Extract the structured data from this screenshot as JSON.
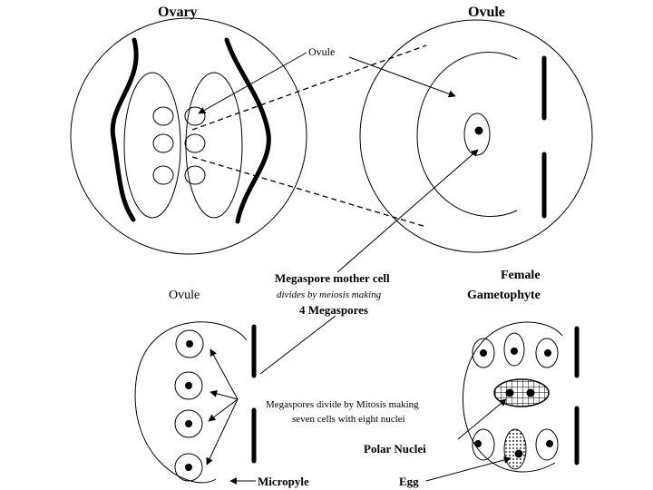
{
  "labels": {
    "ovary_title": "Ovary",
    "ovule_title": "Ovule",
    "ovule_pointer": "Ovule",
    "mmc_line1": "Megaspore mother cell",
    "mmc_line2": "divides by meiosis making",
    "mmc_line3": "4 Megaspores",
    "ovule_bottom": "Ovule",
    "female_line1": "Female",
    "female_line2": "Gametophyte",
    "mitosis_line1": "Megaspores divide by Mitosis making",
    "mitosis_line2": "seven cells with eight nuclei",
    "polar_nuclei": "Polar Nuclei",
    "micropyle": "Micropyle",
    "egg": "Egg"
  }
}
